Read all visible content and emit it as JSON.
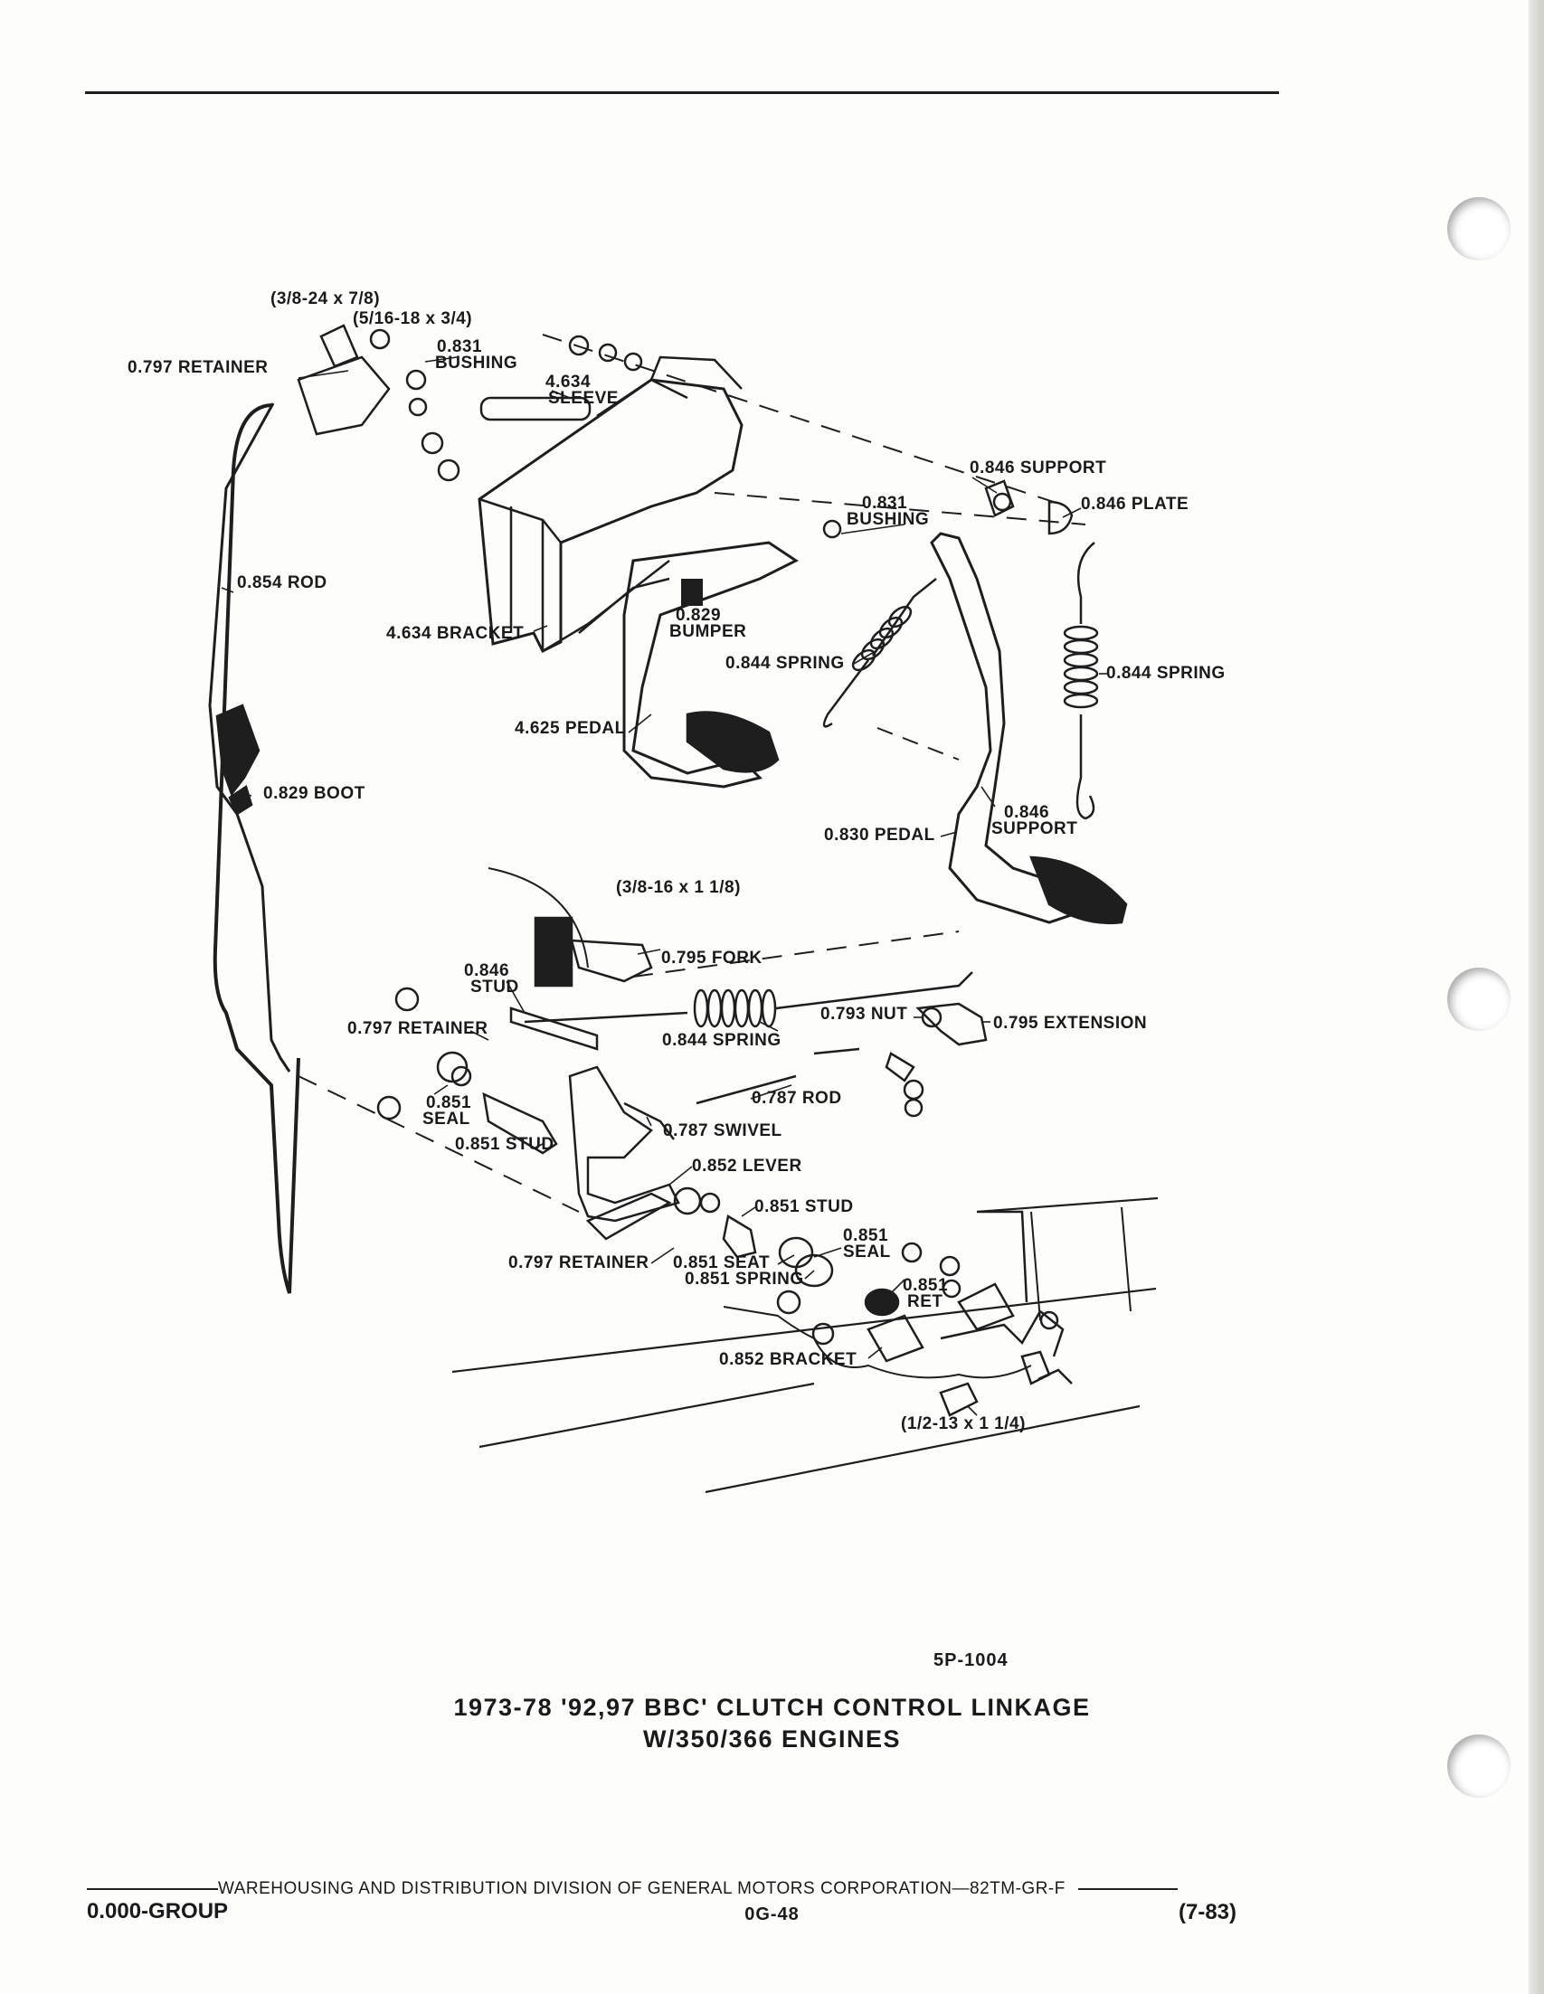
{
  "labels": {
    "bolt_top": "(3/8-24 x 7/8)",
    "bolt_small": "(5/16-18 x 3/4)",
    "retainer_797_top": "0.797 RETAINER",
    "bushing_831_top_num": "0.831",
    "bushing_831_top_name": "BUSHING",
    "sleeve_num": "4.634",
    "sleeve_name": "SLEEVE",
    "support_846_top": "0.846 SUPPORT",
    "plate_846": "0.846 PLATE",
    "bushing_831_mid_num": "0.831",
    "bushing_831_mid_name": "BUSHING",
    "rod_854": "0.854 ROD",
    "bracket_4634": "4.634 BRACKET",
    "bumper_num": "0.829",
    "bumper_name": "BUMPER",
    "spring_844_mid": "0.844 SPRING",
    "spring_844_right": "0.844 SPRING",
    "pedal_4625": "4.625 PEDAL",
    "boot_829": "0.829 BOOT",
    "support_846_mid_num": "0.846",
    "support_846_mid_name": "SUPPORT",
    "pedal_830": "0.830 PEDAL",
    "bolt_fork": "(3/8-16 x 1 1/8)",
    "fork_795": "0.795 FORK",
    "stud_846_num": "0.846",
    "stud_846_name": "STUD",
    "nut_793": "0.793 NUT",
    "extension_795": "0.795 EXTENSION",
    "retainer_797_mid": "0.797 RETAINER",
    "spring_844_low": "0.844 SPRING",
    "seal_851_num": "0.851",
    "seal_851_name": "SEAL",
    "rod_787": "0.787 ROD",
    "swivel_787": "0.787 SWIVEL",
    "stud_851_left": "0.851 STUD",
    "lever_852": "0.852 LEVER",
    "stud_851_right": "0.851 STUD",
    "seal_851_b_num": "0.851",
    "seal_851_b_name": "SEAL",
    "retainer_797_low": "0.797 RETAINER",
    "seat_851": "0.851 SEAT",
    "spring_851": "0.851 SPRING",
    "ret_851_num": "0.851",
    "ret_851_name": "RET",
    "bracket_852": "0.852 BRACKET",
    "bolt_bottom": "(1/2-13 x 1 1/4)"
  },
  "figure_code": "5P-1004",
  "caption": {
    "line1": "1973-78 '92,97 BBC' CLUTCH CONTROL LINKAGE",
    "line2": "W/350/366 ENGINES"
  },
  "footer": {
    "publisher": "WAREHOUSING AND DISTRIBUTION  DIVISION OF GENERAL MOTORS CORPORATION—82TM-GR-F",
    "group": "0.000-GROUP",
    "page": "0G-48",
    "date": "(7-83)"
  }
}
